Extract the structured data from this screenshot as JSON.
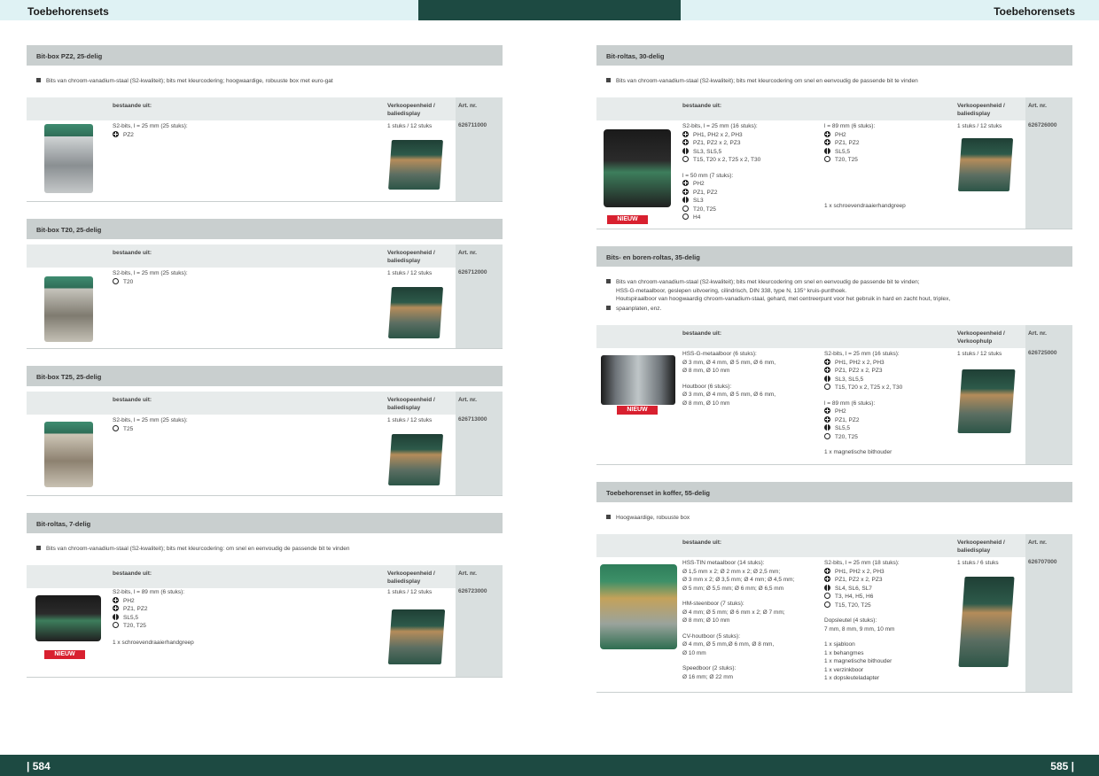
{
  "header": {
    "left_title": "Toebehorensets",
    "right_title": "Toebehorensets"
  },
  "footer": {
    "left_page": "| 584",
    "right_page": "585 |"
  },
  "col_labels": {
    "bestaande": "bestaande uit:",
    "verkoop": "Verkoopeenheid /",
    "baliedisplay": "baliedisplay",
    "verkoophulp": "Verkoophulp",
    "artnr": "Art. nr."
  },
  "badge_new": "NIEUW",
  "s1": {
    "title": "Bit-box PZ2, 25-delig",
    "bullet": "Bits van chroom-vanadium-staal (S2-kwaliteit); bits met kleurcodering; hoogwaardige, robuuste box met euro-gat",
    "c1": [
      "S2-bits, l = 25 mm (25 stuks):",
      "PZ2"
    ],
    "unit": "1 stuks / 12 stuks",
    "art": "626711000"
  },
  "s2": {
    "title": "Bit-box T20, 25-delig",
    "c1": [
      "S2-bits, l = 25 mm (25 stuks):",
      "T20"
    ],
    "unit": "1 stuks / 12 stuks",
    "art": "626712000"
  },
  "s3": {
    "title": "Bit-box T25, 25-delig",
    "c1": [
      "S2-bits, l = 25 mm (25 stuks):",
      "T25"
    ],
    "unit": "1 stuks / 12 stuks",
    "art": "626713000"
  },
  "s4": {
    "title": "Bit-roltas, 7-delig",
    "bullet": "Bits van chroom-vanadium-staal (S2-kwaliteit); bits met kleurcodering: om snel en eenvoudig de passende bit te vinden",
    "c1": [
      "S2-bits, l = 89 mm (6 stuks):",
      "PH2",
      "PZ1, PZ2",
      "SL5,5",
      "T20, T25",
      "1 x schroevendraaierhandgreep"
    ],
    "unit": "1 stuks / 12 stuks",
    "art": "626723000"
  },
  "s5": {
    "title": "Bit-roltas, 30-delig",
    "bullet": "Bits van chroom-vanadium-staal (S2-kwaliteit); bits met kleurcodering om snel en eenvoudig de passende bit te vinden",
    "c1": [
      "S2-bits, l = 25 mm (16 stuks):",
      "PH1, PH2 x 2, PH3",
      "PZ1, PZ2 x 2, PZ3",
      "SL3, SL5,5",
      "T15, T20 x 2, T25 x 2, T30",
      "l = 50 mm (7 stuks):",
      "PH2",
      "PZ1, PZ2",
      "SL3",
      "T20, T25",
      "H4"
    ],
    "c2": [
      "l = 89 mm (6 stuks):",
      "PH2",
      "PZ1, PZ2",
      "SL5,5",
      "T20, T25",
      "1 x schroevendraaierhandgreep"
    ],
    "unit": "1 stuks / 12 stuks",
    "art": "626726000"
  },
  "s6": {
    "title": "Bits- en boren-roltas, 35-delig",
    "bullet1": "Bits van chroom-vanadium-staal (S2-kwaliteit); bits met kleurcodering om snel en eenvoudig de passende bit te vinden;",
    "bullet1b": "HSS-G-metaalboor, geslepen uitvoering, cilindrisch, DIN 338, type N, 135° kruis-punthoek.",
    "bullet1c": "Houtspiraalboor van hoogwaardig chroom-vanadium-staal, gehard, met centreerpunt voor het gebruik in hard en zacht hout, triplex,",
    "bullet2": "spaanplaten, enz.",
    "c1": [
      "HSS-G-metaalboor (6 stuks):",
      "Ø 3 mm, Ø 4 mm, Ø 5 mm, Ø 6 mm,",
      "Ø 8 mm, Ø 10 mm",
      "Houtboor (6 stuks):",
      "Ø 3 mm, Ø 4 mm, Ø 5 mm, Ø 6 mm,",
      "Ø 8 mm, Ø 10 mm"
    ],
    "c2": [
      "S2-bits, l = 25 mm (16 stuks):",
      "PH1, PH2 x 2, PH3",
      "PZ1, PZ2 x 2, PZ3",
      "SL3, SL5,5",
      "T15, T20 x 2, T25 x 2, T30",
      "l = 89 mm (6 stuks):",
      "PH2",
      "PZ1, PZ2",
      "SL5,5",
      "T20, T25",
      "1 x magnetische bithouder"
    ],
    "unit": "1 stuks / 12 stuks",
    "art": "626725000"
  },
  "s7": {
    "title": "Toebehorenset in koffer, 55-delig",
    "bullet": "Hoogwaardige, robuuste box",
    "c1": [
      "HSS-TIN metaalboor (14 stuks):",
      "Ø 1,5 mm x 2; Ø 2 mm x 2;  Ø 2,5 mm;",
      "Ø 3 mm x 2; Ø 3,5 mm; Ø 4 mm; Ø 4,5 mm;",
      "Ø 5 mm; Ø 5,5 mm;  Ø 6 mm; Ø 6,5 mm",
      "HM-steenboor (7 stuks):",
      "Ø 4 mm; Ø 5 mm; Ø 6 mm x 2; Ø 7 mm;",
      "Ø 8 mm; Ø 10 mm",
      "CV-houtboor (5 stuks):",
      "Ø 4 mm, Ø 5 mm,Ø 6 mm, Ø 8 mm,",
      "Ø 10 mm",
      "Speedboor (2 stuks):",
      "Ø 16 mm; Ø 22 mm"
    ],
    "c2": [
      "S2-bits, l = 25 mm (18 stuks):",
      "PH1, PH2 x 2, PH3",
      "PZ1, PZ2 x 2, PZ3",
      "SL4, SL6, SL7",
      "T3, H4, H5, H6",
      "T15, T20, T25",
      "Dopsleutel (4 stuks):",
      "7 mm, 8 mm, 9 mm, 10 mm",
      "1 x sjabloon",
      "1 x behangmes",
      "1 x magnetische bithouder",
      "1 x verzinkboor",
      "1 x dopsleuteladapter"
    ],
    "unit": "1 stuks / 6 stuks",
    "art": "626707000"
  }
}
